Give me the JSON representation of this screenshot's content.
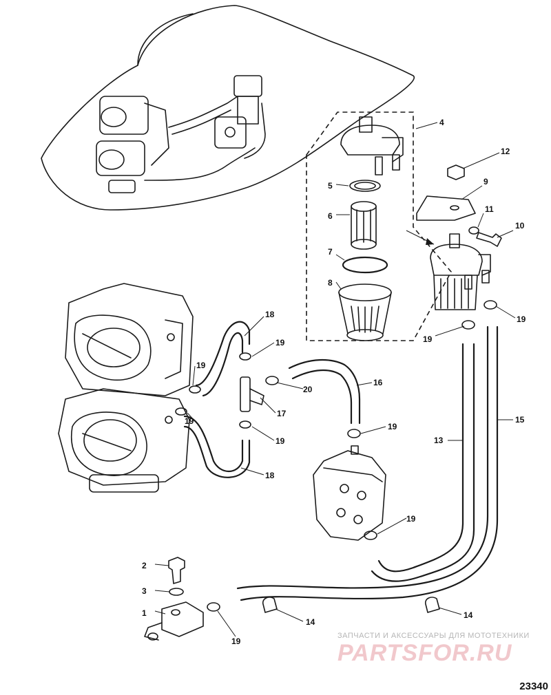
{
  "diagram": {
    "figure_number": "23340",
    "callouts": [
      "1",
      "2",
      "3",
      "4",
      "5",
      "6",
      "7",
      "8",
      "9",
      "10",
      "11",
      "12",
      "13",
      "14",
      "15",
      "16",
      "17",
      "18",
      "19",
      "20"
    ]
  },
  "watermark": {
    "caption": "ЗАПЧАСТИ И АКСЕССУАРЫ ДЛЯ МОТОТЕХНИКИ",
    "brand": "PARTSFOR.RU"
  }
}
